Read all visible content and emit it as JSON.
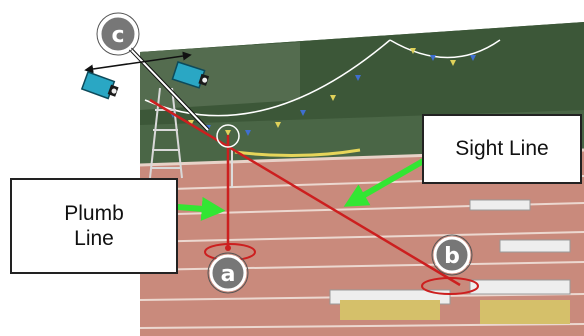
{
  "markers": {
    "a": "a",
    "b": "b",
    "c": "c"
  },
  "callouts": {
    "plumb_line": {
      "line1": "Plumb",
      "line2": "Line"
    },
    "sight_line": "Sight Line"
  },
  "colors": {
    "track": "#c98a7c",
    "grass": "#3e5a3a",
    "sight_line": "#cc1f1f",
    "arrow": "#33e633",
    "marker_fill": "#777777",
    "camera": "#2aa7c4"
  }
}
